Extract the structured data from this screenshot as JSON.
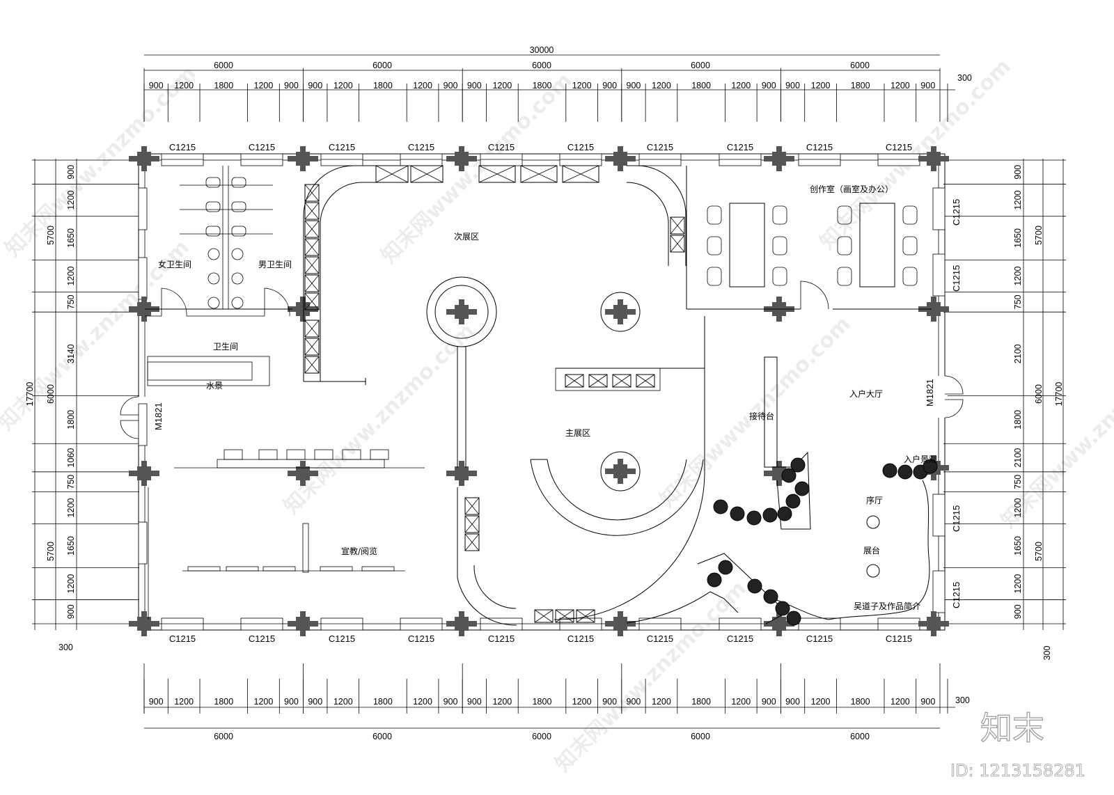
{
  "overall": {
    "top_total": "30000",
    "side_total": "17700"
  },
  "dims": {
    "bays": [
      "6000",
      "6000",
      "6000",
      "6000",
      "6000"
    ],
    "sub": [
      "900",
      "1200",
      "1800",
      "1200",
      "900"
    ],
    "edge": "300",
    "side": [
      "900",
      "1200",
      "1650",
      "1200",
      "750",
      "3140",
      "6000",
      "1800",
      "1060",
      "750",
      "1200",
      "1650",
      "1200",
      "900",
      "5700",
      "5700"
    ],
    "right_side": [
      "900",
      "1200",
      "1650",
      "1200",
      "750",
      "2100",
      "1800",
      "2100",
      "750",
      "1200",
      "1650",
      "1200",
      "900",
      "5700",
      "6000",
      "5700"
    ]
  },
  "windows": {
    "label": "C1215"
  },
  "doors": {
    "west": "M1821",
    "east": "M1821"
  },
  "rooms": {
    "secondary_hall": "次展区",
    "main_hall": "主展区",
    "studio": "创作室（画室及办公）",
    "women_wc": "女卫生间",
    "men_wc": "男卫生间",
    "wc": "卫生间",
    "water": "水景",
    "education": "宣教/阅览",
    "reception": "接待台",
    "lobby": "入户大厅",
    "entrance_landscape": "入户景观",
    "foyer": "序厅",
    "stage": "展台",
    "intro": "吴道子及作品简介"
  },
  "brand": {
    "logo": "知末",
    "id": "ID: 1213158281"
  },
  "watermark": {
    "text": "知末网www.znzmo.com"
  }
}
